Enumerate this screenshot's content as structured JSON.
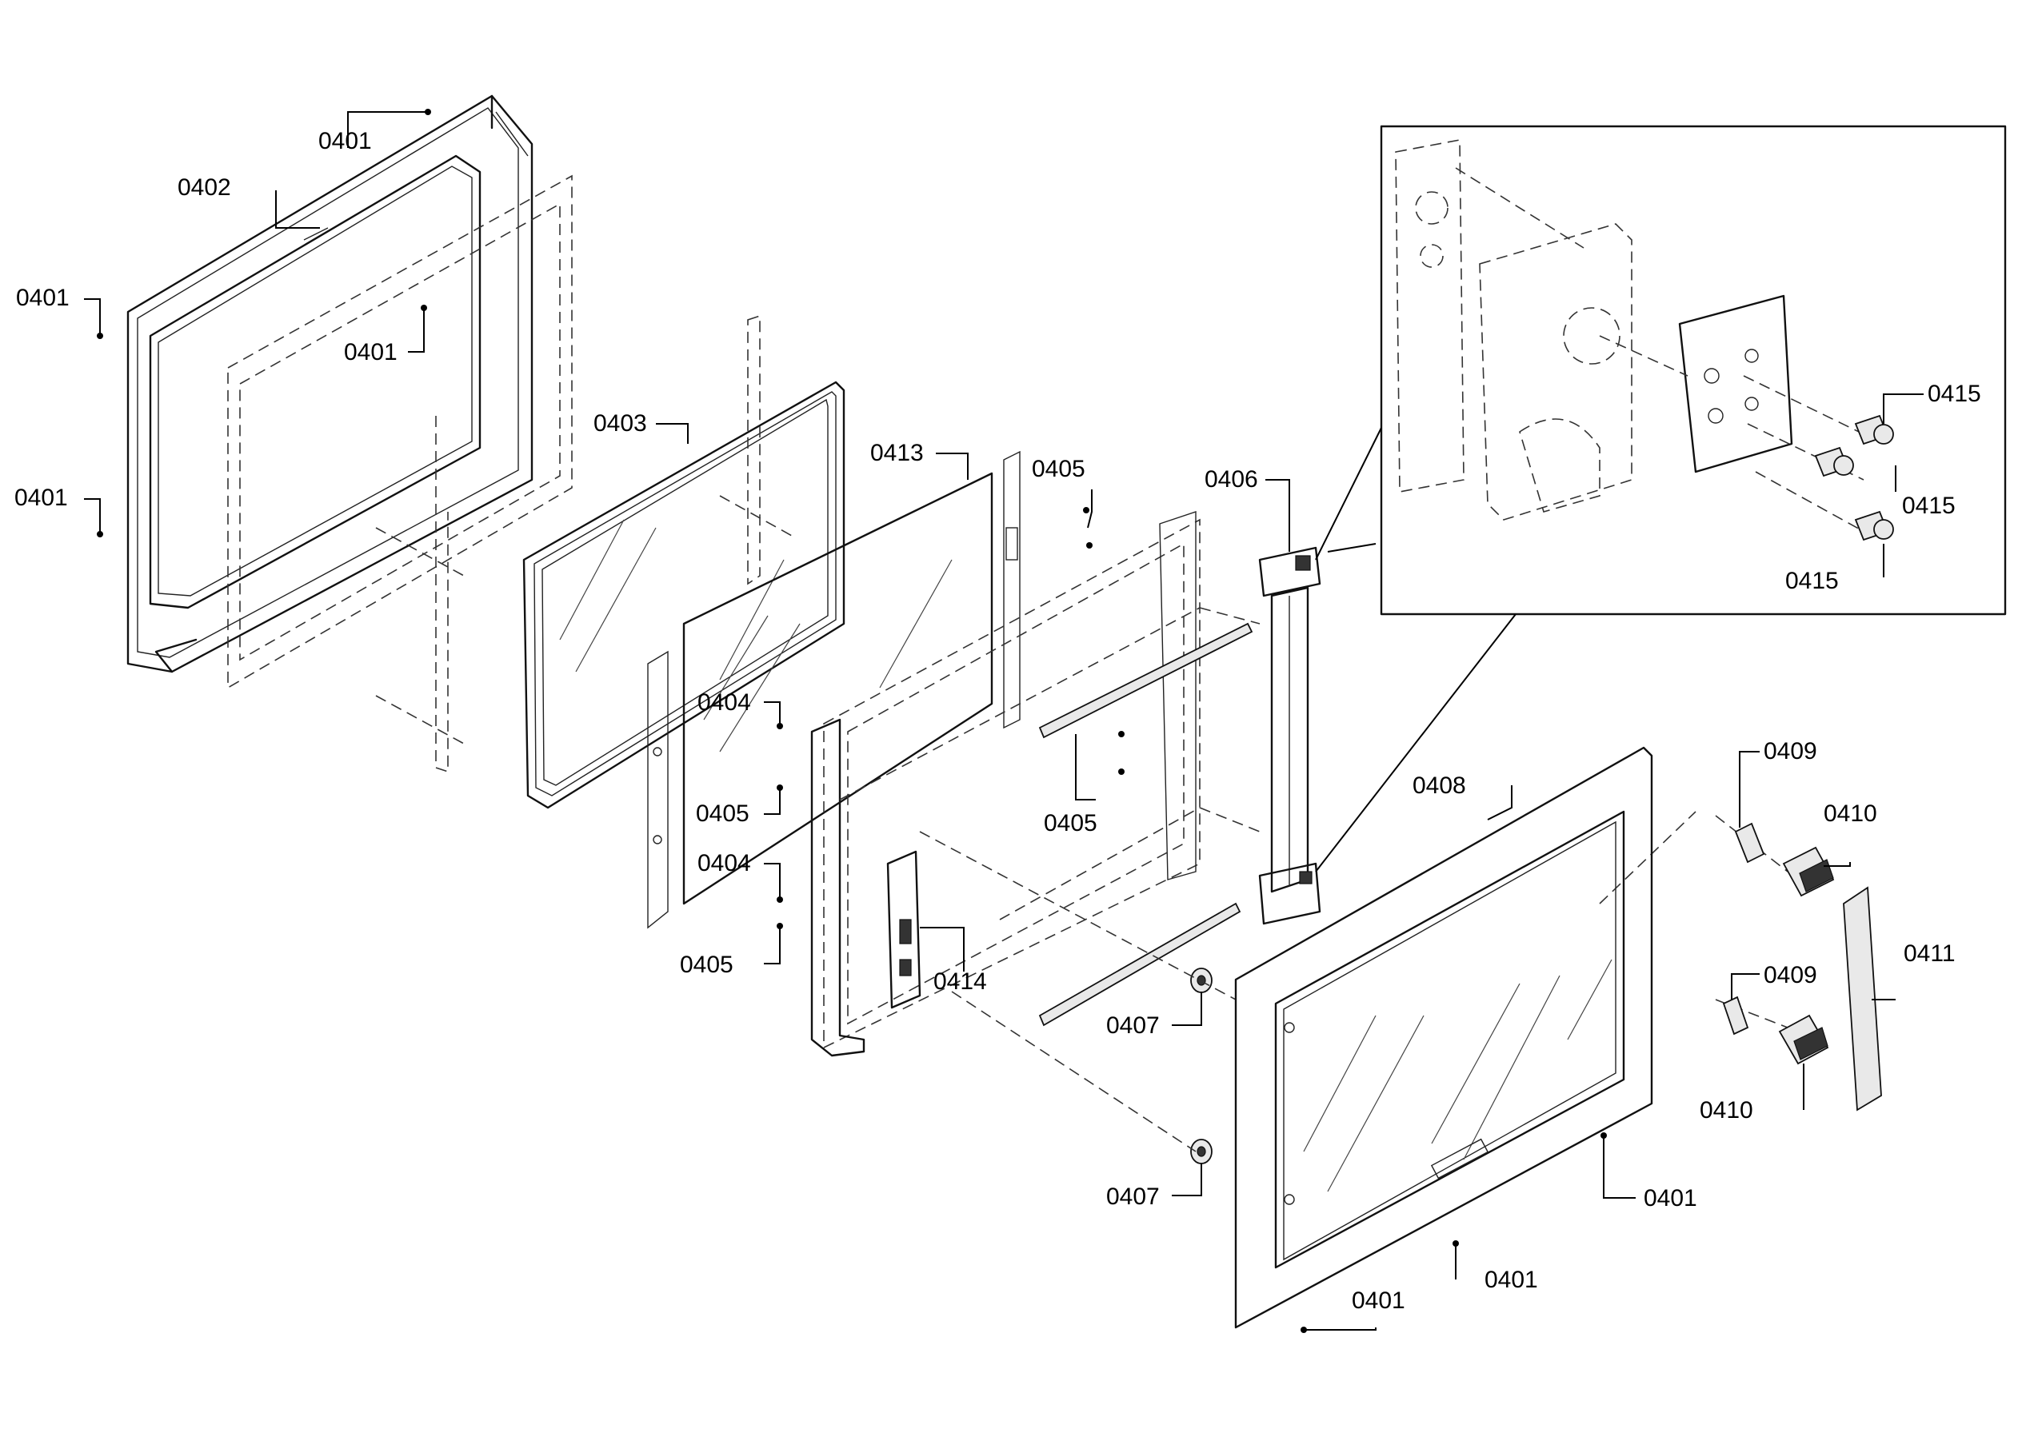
{
  "callouts": {
    "c01": "0401",
    "c02": "0402",
    "c03": "0401",
    "c04": "0401",
    "c05": "0401",
    "c06": "0403",
    "c07": "0413",
    "c08": "0405",
    "c09": "0406",
    "c10": "0415",
    "c11": "0415",
    "c12": "0415",
    "c13": "0404",
    "c14": "0405",
    "c15": "0404",
    "c16": "0405",
    "c17": "0405",
    "c18": "0414",
    "c19": "0407",
    "c20": "0407",
    "c21": "0408",
    "c22": "0409",
    "c23": "0410",
    "c24": "0411",
    "c25": "0409",
    "c26": "0410",
    "c27": "0401",
    "c28": "0401",
    "c29": "0401"
  }
}
